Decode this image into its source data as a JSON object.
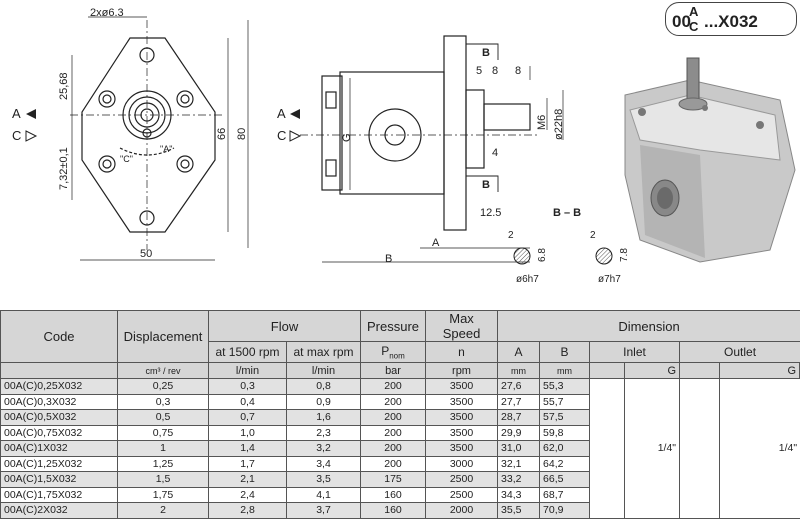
{
  "code_tag": {
    "prefix": "00",
    "top": "A",
    "bottom": "C",
    "suffix": "...X032"
  },
  "drawing": {
    "front_view": {
      "holes_label": "2xø6.3",
      "dims": {
        "d1": "25,68",
        "d2": "7,32±0,1",
        "d3": "66",
        "d4": "80",
        "d5": "50"
      },
      "rotation_c": "\"C\"",
      "rotation_a": "\"A\"",
      "side_a": "A",
      "side_c": "C"
    },
    "side_view": {
      "dims": {
        "g": "G",
        "b_top": "B",
        "b_bottom": "B",
        "d5": "5",
        "d8a": "8",
        "d8b": "8",
        "m6": "M6",
        "d18": "ø22h8",
        "d4": "4",
        "d125": "12.5",
        "a": "A",
        "b": "B"
      },
      "side_a": "A",
      "side_c": "C"
    },
    "section": {
      "title": "B – B",
      "left": {
        "w": "2",
        "h": "6.8",
        "d": "ø6h7"
      },
      "right": {
        "w": "2",
        "h": "7.8",
        "d": "ø7h7"
      }
    }
  },
  "table": {
    "headers": {
      "code": "Code",
      "displacement": "Displacement",
      "flow": "Flow",
      "pressure": "Pressure",
      "max_speed": "Max Speed",
      "dimension": "Dimension",
      "at1500": "at 1500 rpm",
      "atmax": "at max rpm",
      "pnom_p": "P",
      "pnom_sub": "nom",
      "n": "n",
      "a": "A",
      "b": "B",
      "inlet": "Inlet",
      "outlet": "Outlet",
      "u_disp": "cm³ / rev",
      "u_flow1": "l/min",
      "u_flow2": "l/min",
      "u_press": "bar",
      "u_speed": "rpm",
      "u_a": "mm",
      "u_b": "mm",
      "u_g1": "G",
      "u_g2": "G"
    },
    "rows": [
      {
        "code": "00A(C)0,25X032",
        "disp": "0,25",
        "f1": "0,3",
        "f2": "0,8",
        "p": "200",
        "n": "3500",
        "a": "27,6",
        "b": "55,3"
      },
      {
        "code": "00A(C)0,3X032",
        "disp": "0,3",
        "f1": "0,4",
        "f2": "0,9",
        "p": "200",
        "n": "3500",
        "a": "27,7",
        "b": "55,7"
      },
      {
        "code": "00A(C)0,5X032",
        "disp": "0,5",
        "f1": "0,7",
        "f2": "1,6",
        "p": "200",
        "n": "3500",
        "a": "28,7",
        "b": "57,5"
      },
      {
        "code": "00A(C)0,75X032",
        "disp": "0,75",
        "f1": "1,0",
        "f2": "2,3",
        "p": "200",
        "n": "3500",
        "a": "29,9",
        "b": "59,8"
      },
      {
        "code": "00A(C)1X032",
        "disp": "1",
        "f1": "1,4",
        "f2": "3,2",
        "p": "200",
        "n": "3500",
        "a": "31,0",
        "b": "62,0"
      },
      {
        "code": "00A(C)1,25X032",
        "disp": "1,25",
        "f1": "1,7",
        "f2": "3,4",
        "p": "200",
        "n": "3000",
        "a": "32,1",
        "b": "64,2"
      },
      {
        "code": "00A(C)1,5X032",
        "disp": "1,5",
        "f1": "2,1",
        "f2": "3,5",
        "p": "175",
        "n": "2500",
        "a": "33,2",
        "b": "66,5"
      },
      {
        "code": "00A(C)1,75X032",
        "disp": "1,75",
        "f1": "2,4",
        "f2": "4,1",
        "p": "160",
        "n": "2500",
        "a": "34,3",
        "b": "68,7"
      },
      {
        "code": "00A(C)2X032",
        "disp": "2",
        "f1": "2,8",
        "f2": "3,7",
        "p": "160",
        "n": "2000",
        "a": "35,5",
        "b": "70,9"
      }
    ],
    "inlet_size": "1/4\"",
    "outlet_size": "1/4\""
  }
}
